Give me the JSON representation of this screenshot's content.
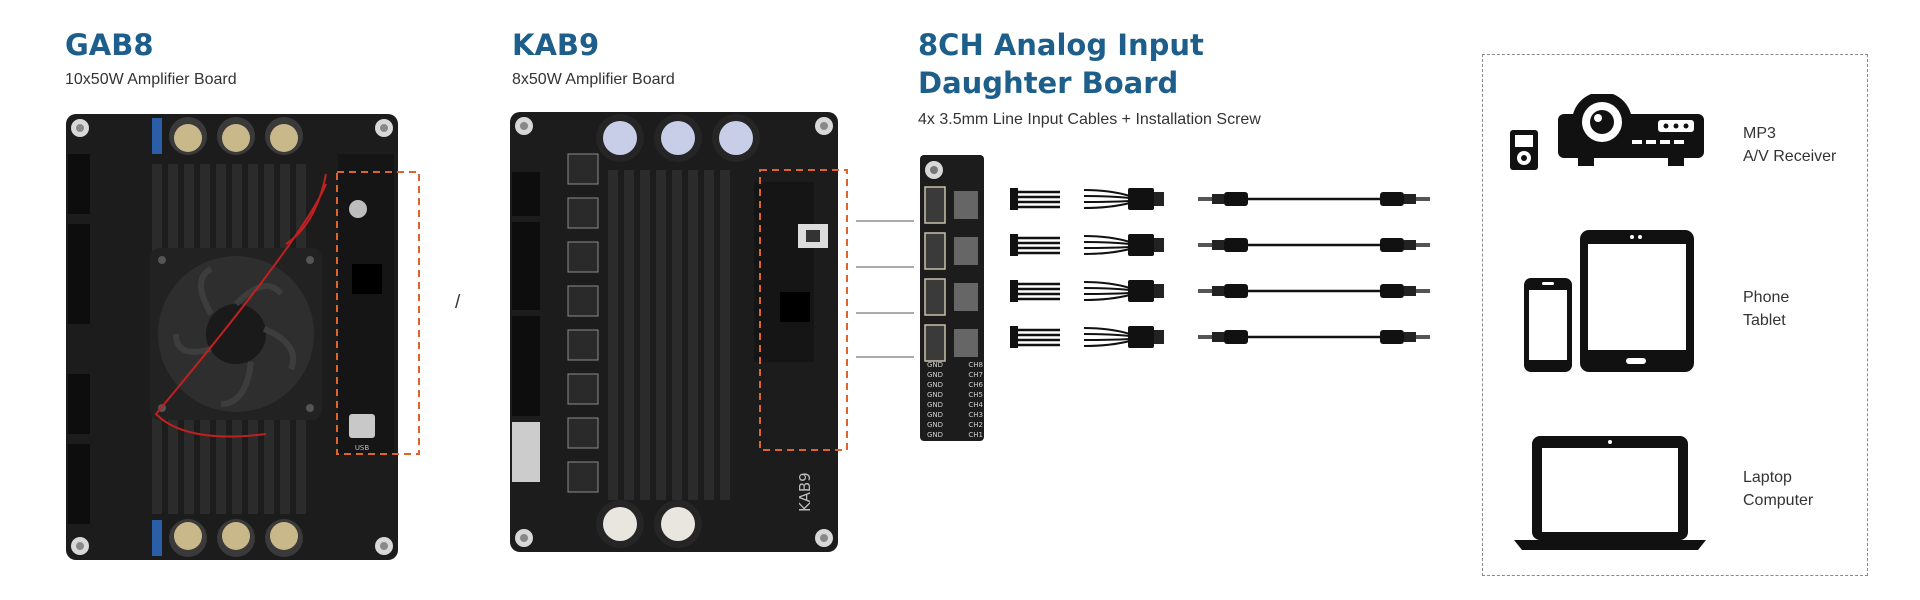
{
  "colors": {
    "title": "#1d5f8a",
    "board": "#1c1c1c",
    "heatsink": "#2a2a2a",
    "highlight": "#e0642a",
    "device": "#111111"
  },
  "gab8": {
    "title": "GAB8",
    "subtitle": "10x50W Amplifier Board",
    "usb_label": "USB"
  },
  "separator": "/",
  "kab9": {
    "title": "KAB9",
    "subtitle": "8x50W Amplifier Board",
    "board_text": "KAB9"
  },
  "daughter": {
    "title_line1": "8CH Analog Input",
    "title_line2": "Daughter Board",
    "subtitle": "4x 3.5mm Line Input Cables + Installation Screw",
    "pins": [
      {
        "gnd": "GND",
        "ch": "CH8"
      },
      {
        "gnd": "GND",
        "ch": "CH7"
      },
      {
        "gnd": "GND",
        "ch": "CH6"
      },
      {
        "gnd": "GND",
        "ch": "CH5"
      },
      {
        "gnd": "GND",
        "ch": "CH4"
      },
      {
        "gnd": "GND",
        "ch": "CH3"
      },
      {
        "gnd": "GND",
        "ch": "CH2"
      },
      {
        "gnd": "GND",
        "ch": "CH1"
      }
    ]
  },
  "sources": [
    {
      "line1": "MP3",
      "line2": "A/V Receiver",
      "icons": [
        "mp3-player-icon",
        "av-receiver-icon"
      ]
    },
    {
      "line1": "Phone",
      "line2": "Tablet",
      "icons": [
        "phone-icon",
        "tablet-icon"
      ]
    },
    {
      "line1": "Laptop",
      "line2": "Computer",
      "icons": [
        "laptop-icon"
      ]
    }
  ]
}
